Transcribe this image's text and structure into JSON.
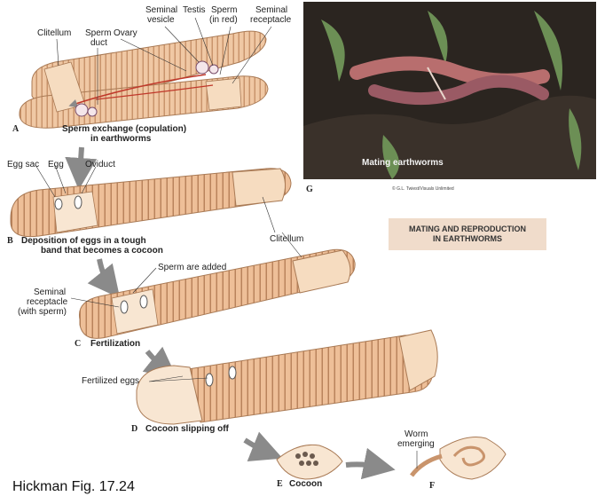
{
  "labels": {
    "a_clitellum": "Clitellum",
    "a_sperm_duct_1": "Sperm",
    "a_sperm_duct_2": "duct",
    "a_ovary": "Ovary",
    "a_seminal_vesicle_1": "Seminal",
    "a_seminal_vesicle_2": "vesicle",
    "a_testis": "Testis",
    "a_sperm_red_1": "Sperm",
    "a_sperm_red_2": "(in red)",
    "a_seminal_receptacle_1": "Seminal",
    "a_seminal_receptacle_2": "receptacle",
    "b_egg_sac": "Egg sac",
    "b_egg": "Egg",
    "b_oviduct": "Oviduct",
    "b_clitellum": "Clitellum",
    "c_sperm_added": "Sperm are added",
    "c_seminal_receptacle_1": "Seminal",
    "c_seminal_receptacle_2": "receptacle",
    "c_seminal_receptacle_3": "(with sperm)",
    "d_fertilized_eggs": "Fertilized eggs",
    "f_worm_emerging_1": "Worm",
    "f_worm_emerging_2": "emerging"
  },
  "panels": {
    "a_letter": "A",
    "a_caption_1": "Sperm exchange (copulation)",
    "a_caption_2": "in earthworms",
    "b_letter": "B",
    "b_caption_1": "Deposition of eggs in a tough",
    "b_caption_2": "band that becomes a cocoon",
    "c_letter": "C",
    "c_caption": "Fertilization",
    "d_letter": "D",
    "d_caption": "Cocoon slipping off",
    "e_letter": "E",
    "e_caption": "Cocoon",
    "f_letter": "F",
    "g_letter": "G"
  },
  "photo": {
    "caption": "Mating earthworms",
    "credit": "© G.L. Twiest/Visuals Unlimited"
  },
  "title": {
    "line1": "MATING AND REPRODUCTION",
    "line2": "IN EARTHWORMS"
  },
  "reference": "Hickman Fig. 17.24",
  "colors": {
    "worm_body": "#f0c8a4",
    "worm_ring": "#c9946c",
    "clitellum": "#f6dcc0",
    "arrow": "#8a8a8a",
    "sperm": "#c0392b",
    "title_box": "#f0dccb"
  }
}
